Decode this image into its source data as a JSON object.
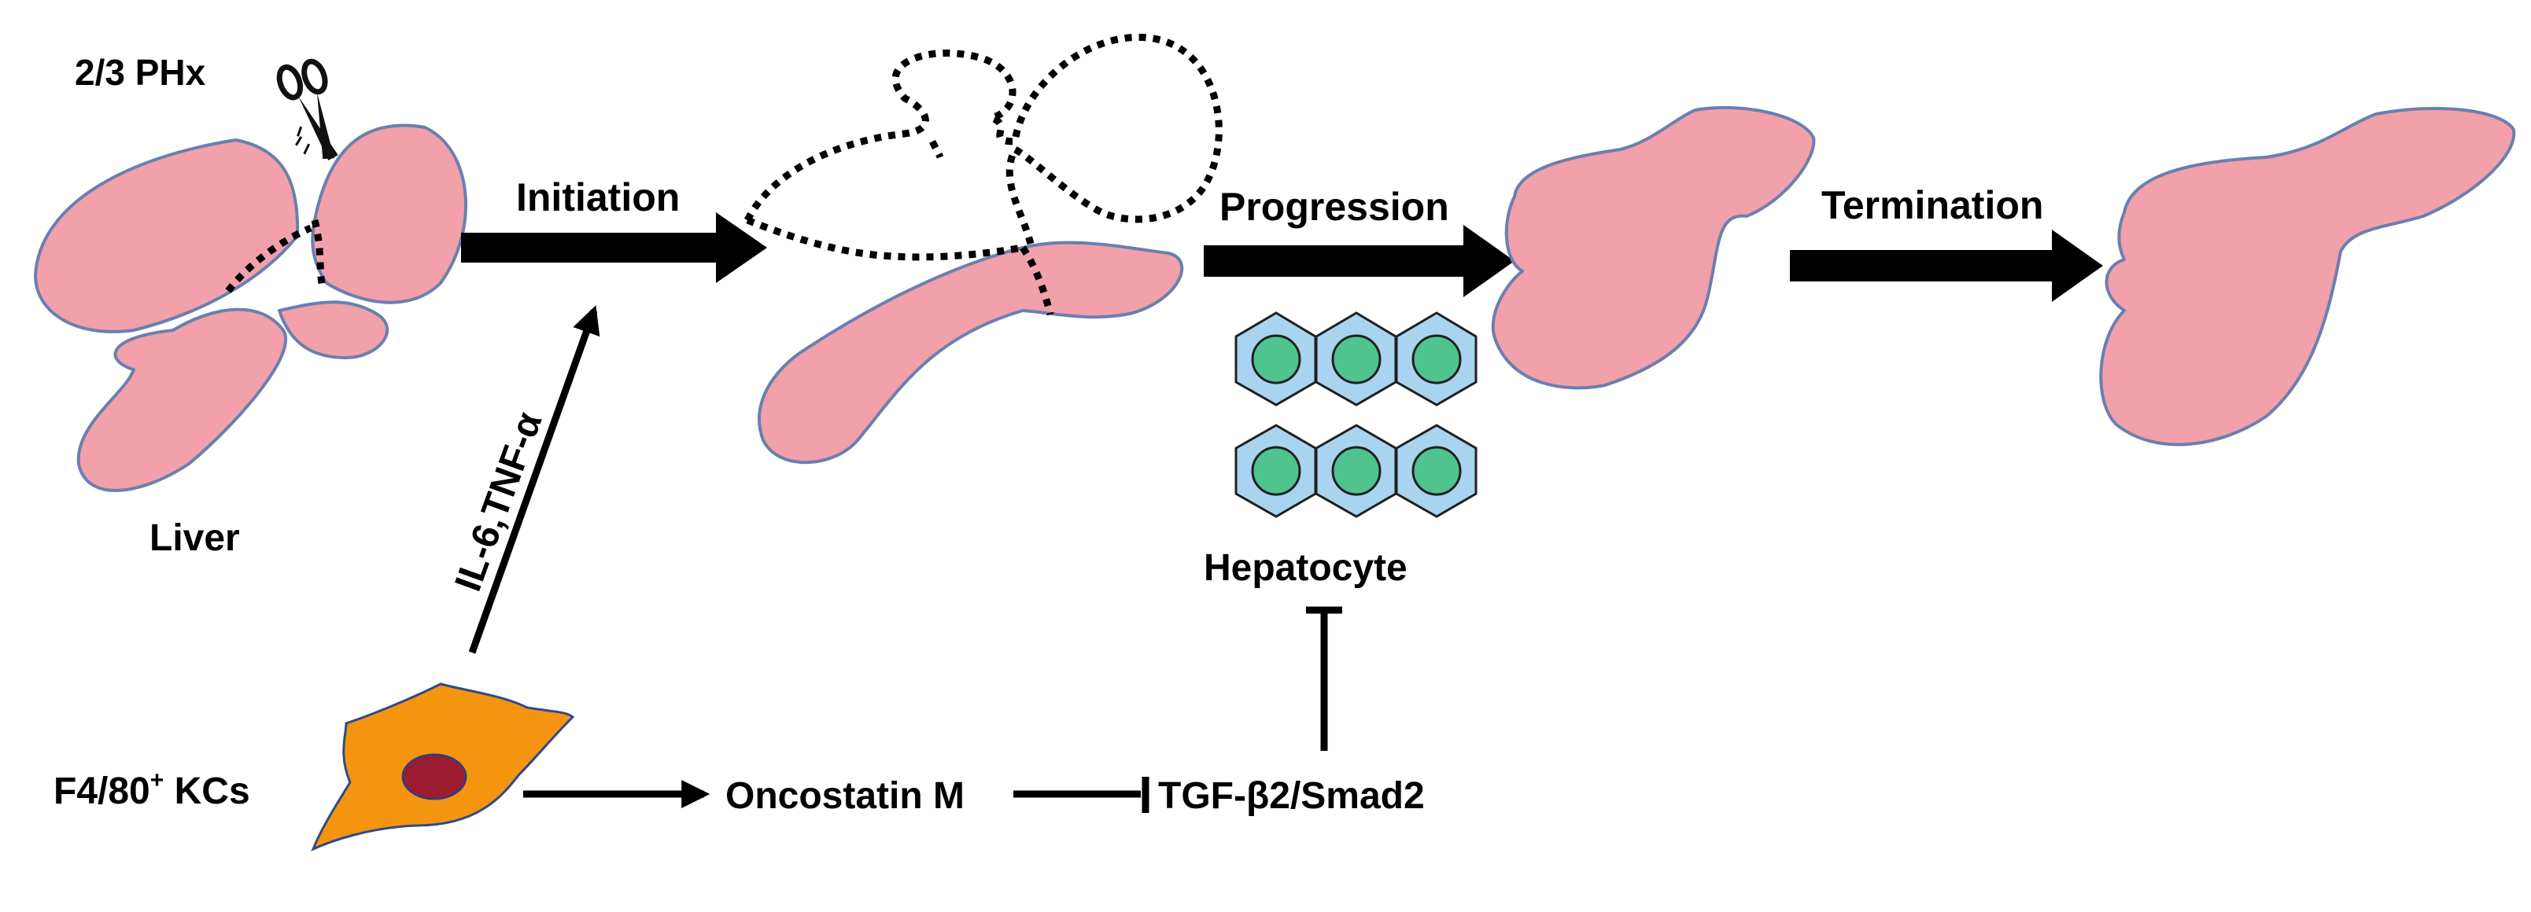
{
  "labels": {
    "phx": "2/3 PHx",
    "liver": "Liver",
    "initiation": "Initiation",
    "progression": "Progression",
    "termination": "Termination",
    "cytokines": "IL-6,TNF-α",
    "kcs_prefix": "F4/80",
    "kcs_sup": "+",
    "kcs_suffix": " KCs",
    "oncostatin": "Oncostatin M",
    "tgf": "TGF-β2/Smad2",
    "hepatocyte": "Hepatocyte"
  },
  "colors": {
    "liver_fill": "#f2a0aa",
    "liver_outline": "#6a7fb0",
    "hepatocyte_cell": "#a9d4ef",
    "hepatocyte_nucleus": "#4fc48e",
    "kc_cell": "#f5950f",
    "kc_nucleus": "#9b1c2e",
    "arrows": "#000000"
  },
  "icons": [
    "scissors-icon"
  ]
}
